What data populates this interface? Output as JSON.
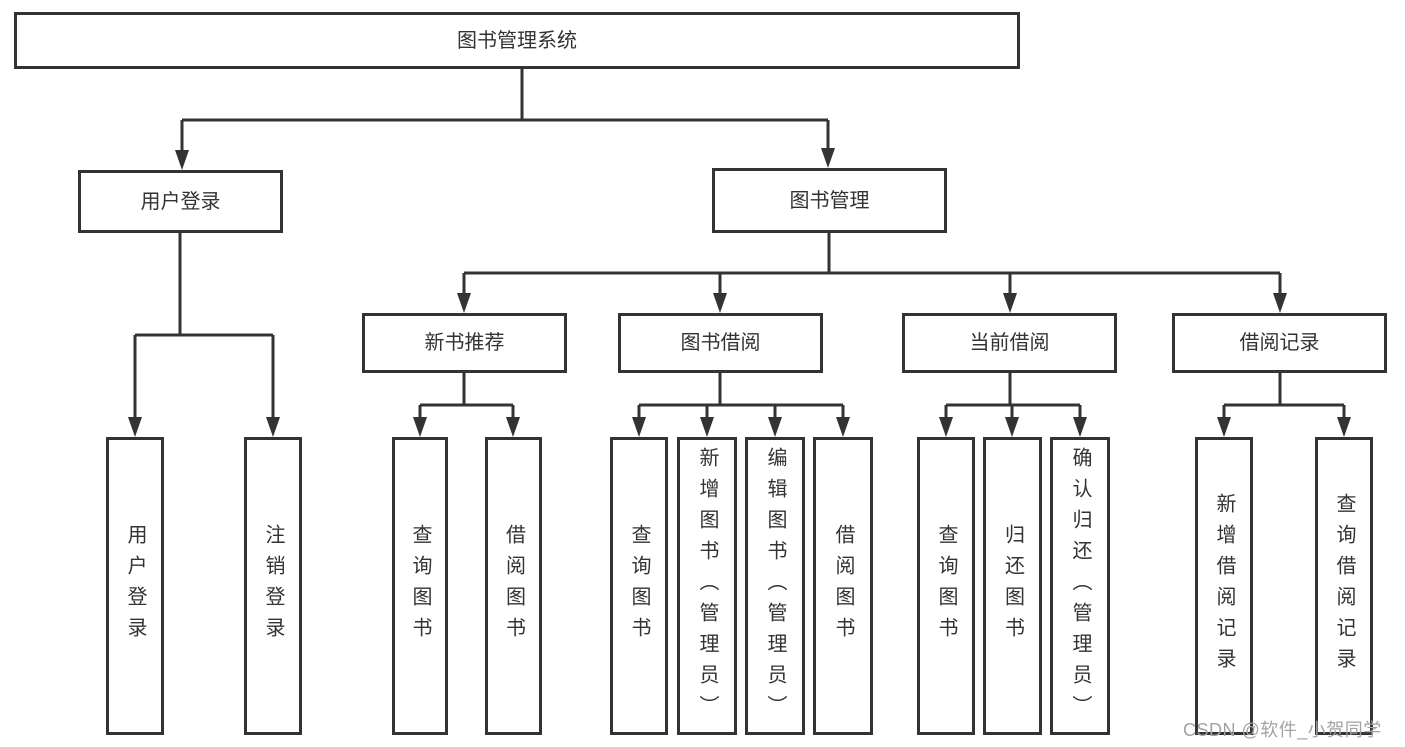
{
  "nodes": {
    "root": {
      "label": "图书管理系统"
    },
    "user_login": {
      "label": "用户登录"
    },
    "book_mgmt": {
      "label": "图书管理"
    },
    "new_book_rec": {
      "label": "新书推荐"
    },
    "book_borrow": {
      "label": "图书借阅"
    },
    "current_borrow": {
      "label": "当前借阅"
    },
    "borrow_records": {
      "label": "借阅记录"
    },
    "ul_login": {
      "label": "用户登录"
    },
    "ul_logout": {
      "label": "注销登录"
    },
    "nbr_query": {
      "label": "查询图书"
    },
    "nbr_borrow": {
      "label": "借阅图书"
    },
    "bb_query": {
      "label": "查询图书"
    },
    "bb_add": {
      "label": "新增图书（管理员）"
    },
    "bb_edit": {
      "label": "编辑图书（管理员）"
    },
    "bb_borrow": {
      "label": "借阅图书"
    },
    "cb_query": {
      "label": "查询图书"
    },
    "cb_return": {
      "label": "归还图书"
    },
    "cb_confirm": {
      "label": "确认归还（管理员）"
    },
    "br_add": {
      "label": "新增借阅记录"
    },
    "br_query": {
      "label": "查询借阅记录"
    }
  },
  "structure": {
    "图书管理系统": [
      "用户登录",
      "图书管理"
    ],
    "用户登录": [
      "用户登录",
      "注销登录"
    ],
    "图书管理": [
      "新书推荐",
      "图书借阅",
      "当前借阅",
      "借阅记录"
    ],
    "新书推荐": [
      "查询图书",
      "借阅图书"
    ],
    "图书借阅": [
      "查询图书",
      "新增图书（管理员）",
      "编辑图书（管理员）",
      "借阅图书"
    ],
    "当前借阅": [
      "查询图书",
      "归还图书",
      "确认归还（管理员）"
    ],
    "借阅记录": [
      "新增借阅记录",
      "查询借阅记录"
    ]
  },
  "watermark": {
    "text": "CSDN @软件_小贺同学"
  },
  "colors": {
    "line": "#333333",
    "text": "#333333",
    "background": "#ffffff",
    "watermark": "#a3a3a3"
  }
}
